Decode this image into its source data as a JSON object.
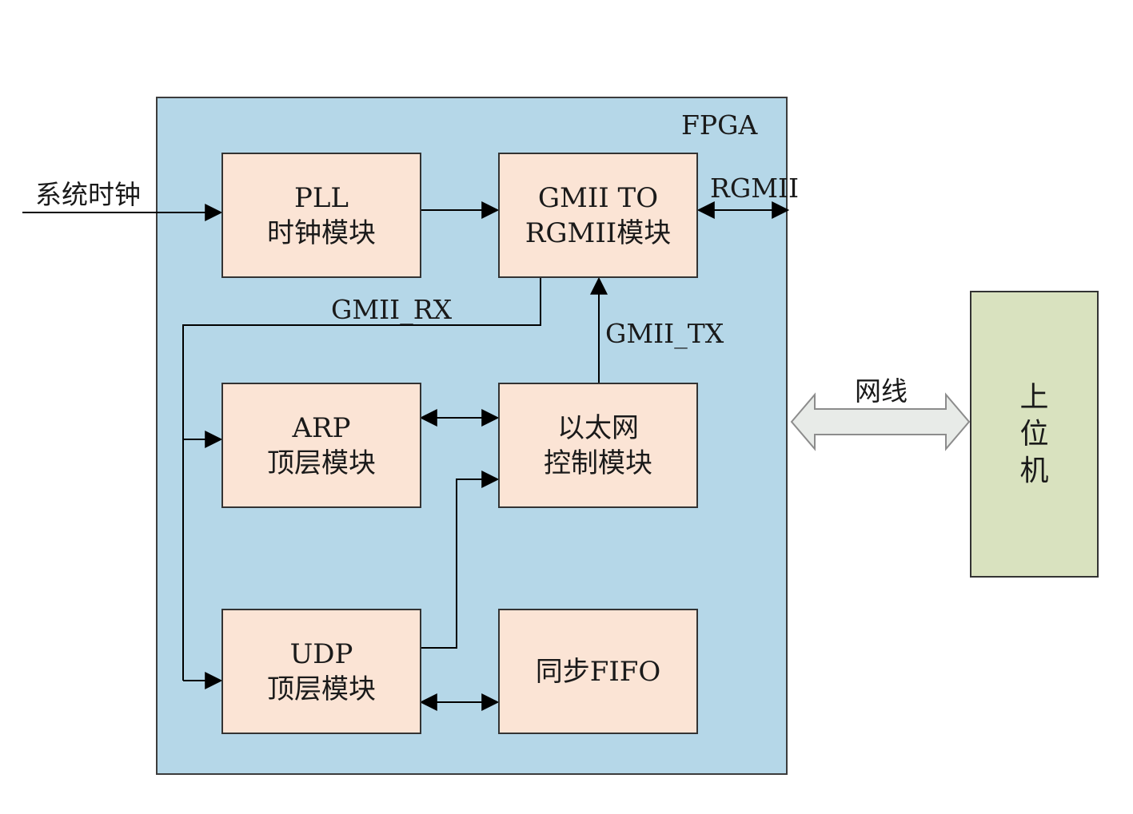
{
  "container": {
    "label": "FPGA"
  },
  "blocks": {
    "pll": {
      "line1": "PLL",
      "line2": "时钟模块"
    },
    "gmii_to_rgmii": {
      "line1": "GMII TO",
      "line2": "RGMII模块"
    },
    "arp": {
      "line1": "ARP",
      "line2": "顶层模块"
    },
    "eth_ctrl": {
      "line1": "以太网",
      "line2": "控制模块"
    },
    "udp": {
      "line1": "UDP",
      "line2": "顶层模块"
    },
    "fifo": {
      "line1": "同步FIFO"
    }
  },
  "host": {
    "chars": [
      "上",
      "位",
      "机"
    ]
  },
  "signals": {
    "sys_clk": "系统时钟",
    "rgmii": "RGMII",
    "gmii_rx": "GMII_RX",
    "gmii_tx": "GMII_TX",
    "cable": "网线"
  },
  "colors": {
    "fpga_fill": "#b5d7e8",
    "block_fill": "#fbe4d5",
    "host_fill": "#d9e2bf",
    "arrow_fill": "#e8ebe8"
  }
}
